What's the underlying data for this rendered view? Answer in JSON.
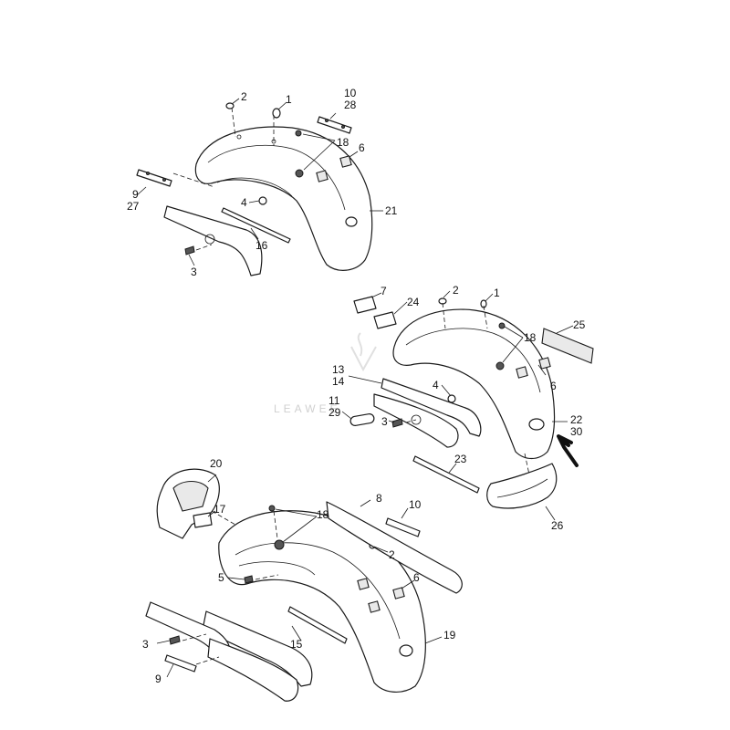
{
  "diagram": {
    "watermark_text": "LEAWEE",
    "callouts": {
      "top": [
        "2",
        "1",
        "10",
        "28",
        "18",
        "6",
        "9",
        "27",
        "4",
        "21",
        "16",
        "3"
      ],
      "middle": [
        "7",
        "24",
        "2",
        "1",
        "25",
        "18",
        "13",
        "14",
        "4",
        "6",
        "11",
        "29",
        "3",
        "22",
        "30",
        "23",
        "26"
      ],
      "bottom": [
        "20",
        "17",
        "8",
        "10",
        "18",
        "2",
        "5",
        "6",
        "3",
        "15",
        "19",
        "9"
      ]
    }
  }
}
